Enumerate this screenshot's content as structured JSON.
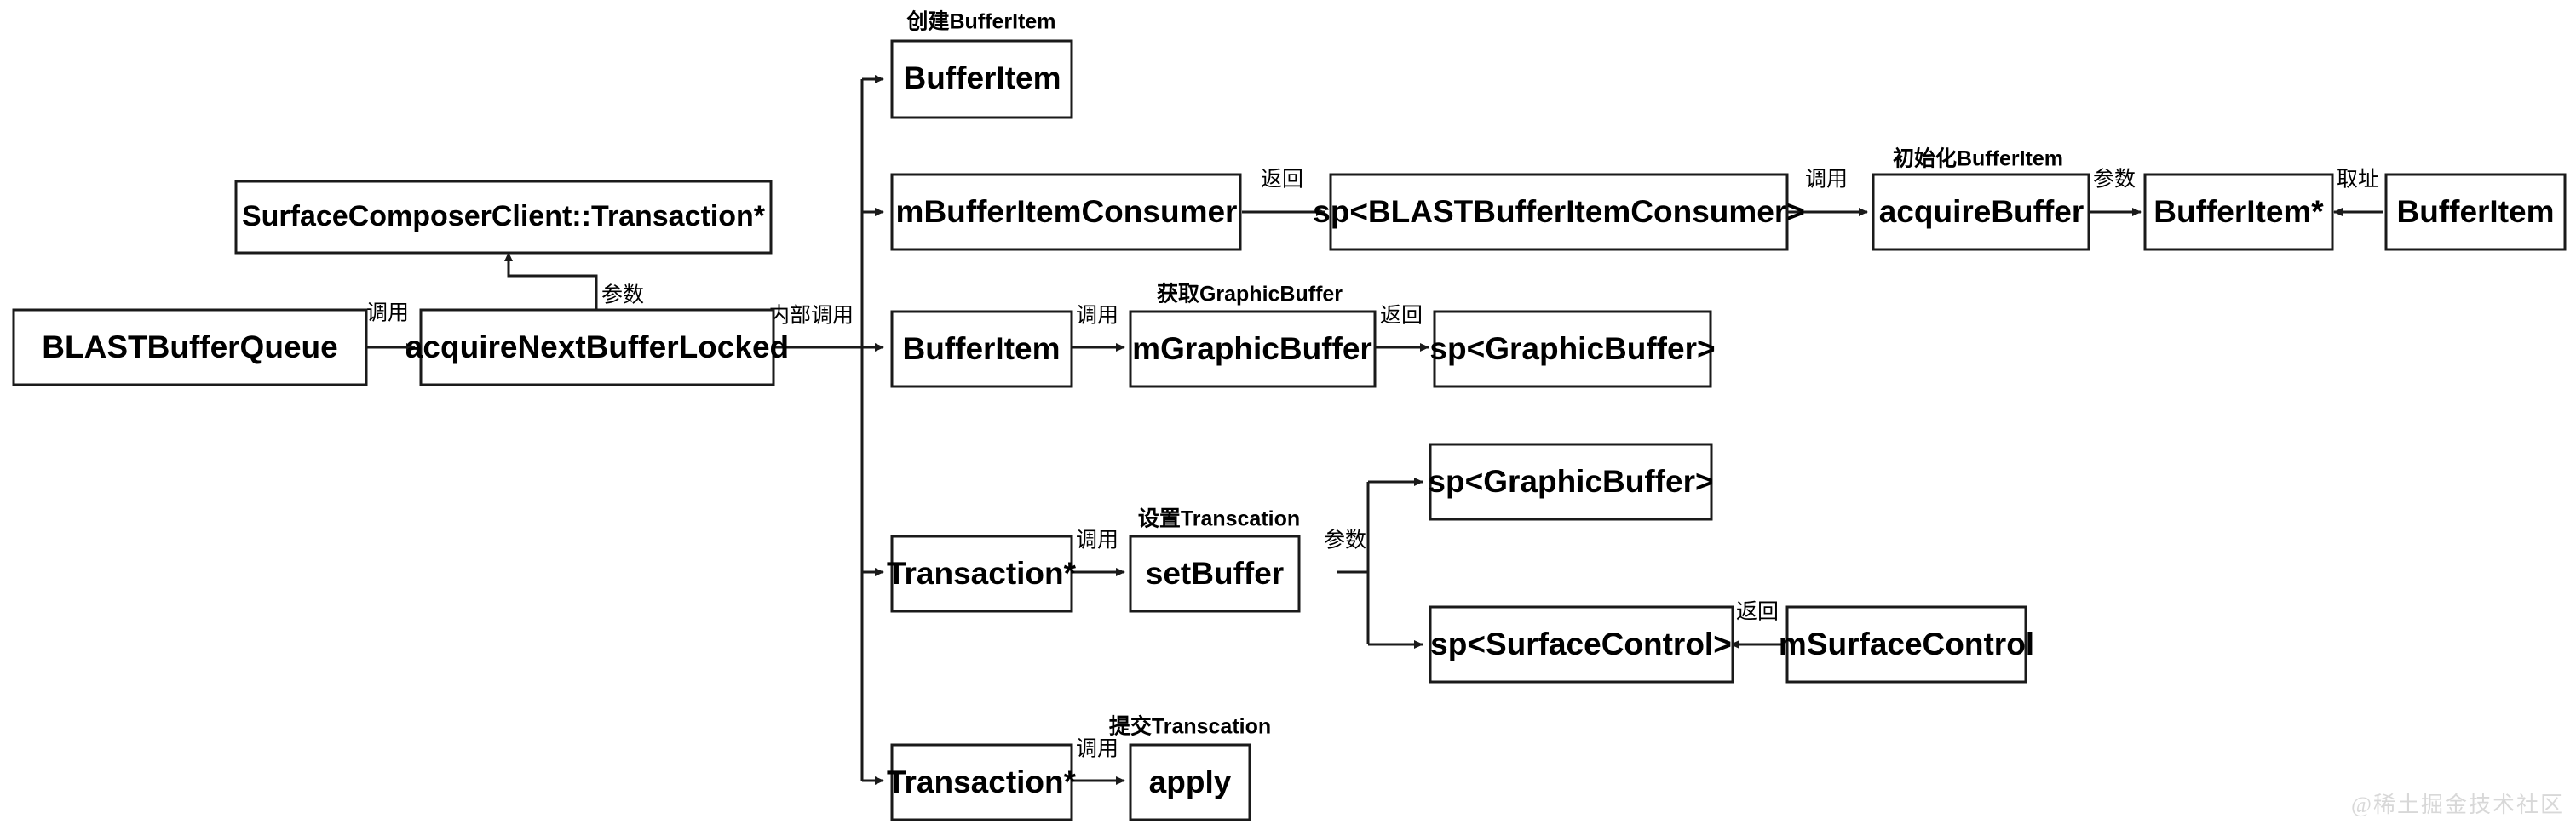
{
  "diagram": {
    "title": "BLASTBufferQueue acquireNextBufferLocked flow",
    "colors": {
      "background": "#ffffff",
      "stroke": "#1a1a1a",
      "text": "#000000",
      "watermark": "#d8d8d8"
    },
    "nodes": {
      "blast_buffer_queue": "BLASTBufferQueue",
      "acquire_next_buffer_locked": "acquireNextBufferLocked",
      "surface_composer_client_transaction": "SurfaceComposerClient::Transaction*",
      "buffer_item_created": "BufferItem",
      "m_buffer_item_consumer": "mBufferItemConsumer",
      "sp_blast_buffer_item_consumer": "sp<BLASTBufferItemConsumer>",
      "acquire_buffer": "acquireBuffer",
      "buffer_item_ptr": "BufferItem*",
      "buffer_item_src": "BufferItem",
      "buffer_item_row3": "BufferItem",
      "m_graphic_buffer": "mGraphicBuffer",
      "sp_graphic_buffer_row3": "sp<GraphicBuffer>",
      "transaction_ptr_setbuffer": "Transaction*",
      "set_buffer": "setBuffer",
      "sp_graphic_buffer_row4": "sp<GraphicBuffer>",
      "sp_surface_control": "sp<SurfaceControl>",
      "m_surface_control": "mSurfaceControl",
      "transaction_ptr_apply": "Transaction*",
      "apply": "apply"
    },
    "edge_labels": {
      "call_blast_to_acquire": "调用",
      "param_to_transaction": "参数",
      "internal_call": "内部调用",
      "return_consumer": "返回",
      "call_consumer_to_acquire_buffer": "调用",
      "param_acquire_to_item_ptr": "参数",
      "address_of": "取址",
      "call_item_to_graphic": "调用",
      "return_graphic": "返回",
      "call_transaction_to_setbuffer": "调用",
      "param_setbuffer": "参数",
      "return_surface_control": "返回",
      "call_transaction_to_apply": "调用"
    },
    "group_labels": {
      "create_buffer_item": "创建BufferItem",
      "init_buffer_item": "初始化BufferItem",
      "get_graphic_buffer": "获取GraphicBuffer",
      "set_transaction": "设置Transcation",
      "commit_transaction": "提交Transcation"
    },
    "watermark": "@稀土掘金技术社区"
  }
}
